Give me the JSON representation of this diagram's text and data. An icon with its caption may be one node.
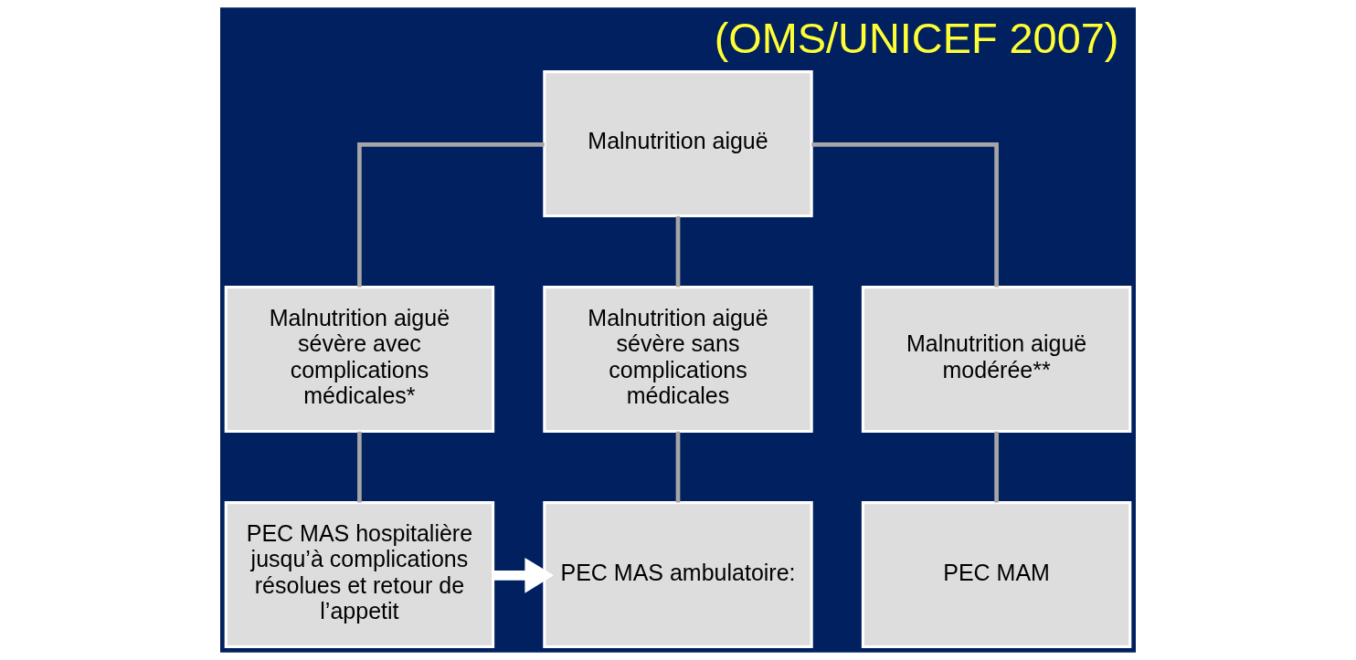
{
  "diagram": {
    "title": "(OMS/UNICEF 2007)",
    "nodes": [
      {
        "text": [
          "Malnutrition aiguë"
        ]
      },
      {
        "text": [
          "Malnutrition aiguë sévère avec complications médicales*"
        ]
      },
      {
        "text": [
          "Malnutrition aiguë sévère sans complications médicales"
        ]
      },
      {
        "text": [
          "Malnutrition aiguë modérée**"
        ]
      },
      {
        "text": [
          "PEC MAS hospitalière jusqu’à complications résolues et retour de l’appetit"
        ]
      },
      {
        "text": [
          "PEC MAS ambulatoire:"
        ]
      },
      {
        "text": [
          "PEC MAM"
        ]
      }
    ],
    "edges": [
      {
        "from": 0,
        "to": 1,
        "arrow": "none"
      },
      {
        "from": 0,
        "to": 2,
        "arrow": "none"
      },
      {
        "from": 0,
        "to": 3,
        "arrow": "none"
      },
      {
        "from": 1,
        "to": 4,
        "arrow": "none"
      },
      {
        "from": 2,
        "to": 5,
        "arrow": "none"
      },
      {
        "from": 3,
        "to": 6,
        "arrow": "none"
      },
      {
        "from": 4,
        "to": 5,
        "arrow": "to",
        "style": "thick",
        "color": "#ffffff"
      }
    ]
  }
}
